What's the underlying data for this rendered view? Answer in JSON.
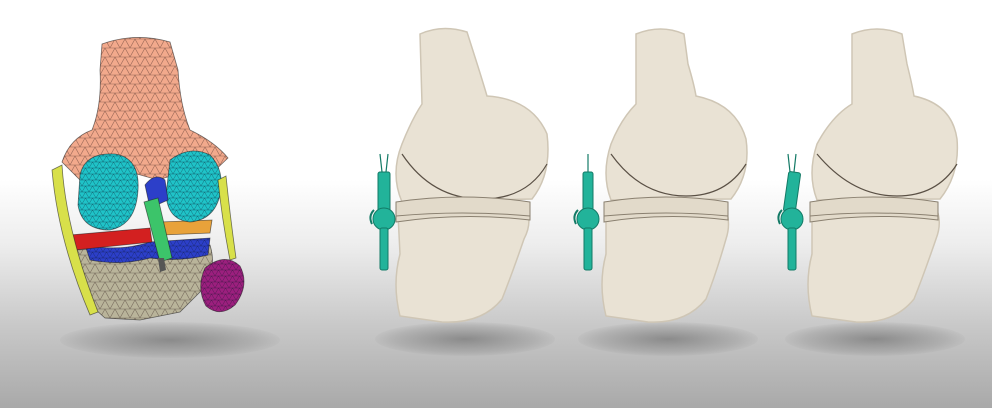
{
  "scene": {
    "description_free": true,
    "figures": [
      {
        "id": "mesh-model",
        "kind": "finite-element-mesh"
      },
      {
        "id": "knee-render-1",
        "kind": "bone-render"
      },
      {
        "id": "knee-render-2",
        "kind": "bone-render"
      },
      {
        "id": "knee-render-3",
        "kind": "bone-render"
      }
    ]
  },
  "colors": {
    "femur_mesh": "#F2A98C",
    "cartilage": "#1FC3C8",
    "meniscus_red": "#D32020",
    "ligament_blue": "#2C3FC9",
    "tibia_mesh": "#B9B49A",
    "patella_mesh": "#9C1F7E",
    "ligament_yellow": "#D8E04A",
    "ligament_green": "#3CC46A",
    "bone": "#E9E2D4",
    "bone_shade": "#CFC6B5",
    "gauge_teal": "#22B39A",
    "gauge_dark": "#137A66",
    "background_top": "#FFFFFF",
    "background_bottom": "#A9A9A9"
  }
}
